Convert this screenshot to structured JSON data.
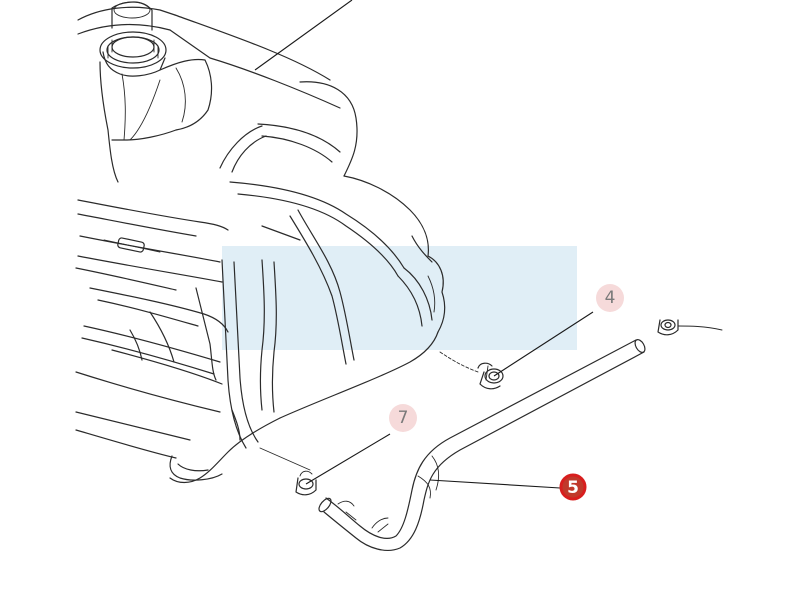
{
  "callouts": [
    {
      "id": "part-4",
      "label": "4",
      "selected": false
    },
    {
      "id": "part-7",
      "label": "7",
      "selected": false
    },
    {
      "id": "part-5",
      "label": "5",
      "selected": true
    }
  ],
  "colors": {
    "line": "#2b2b2b",
    "callout_fill": "#f6dada",
    "callout_text": "#7a7a7a",
    "selected_ring": "#d81e1e",
    "selected_fill": "#c0392b",
    "selected_text": "#ffffff",
    "watermark": "#d5e8f3"
  }
}
